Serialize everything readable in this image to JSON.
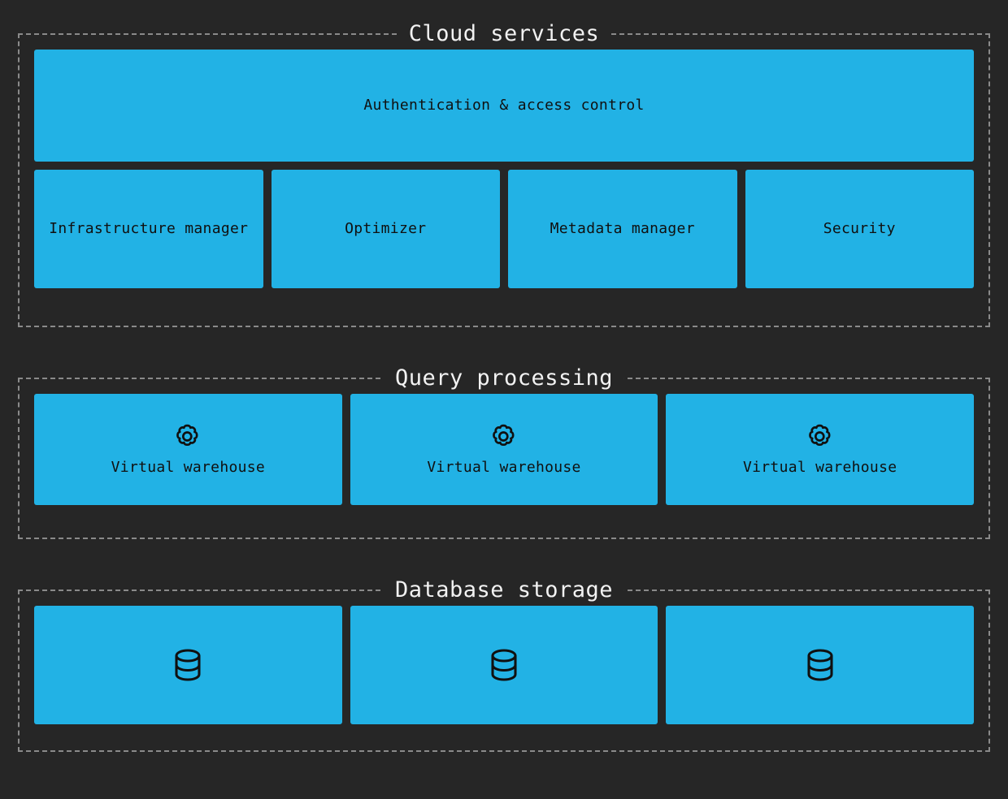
{
  "diagram": {
    "type": "architecture-diagram",
    "background_color": "#262626",
    "node_color": "#22b2e5",
    "border_color": "#8a8a8a",
    "title_text_color": "#f2f2f2",
    "node_text_color": "#101010"
  },
  "sections": [
    {
      "id": "cloud-services",
      "title": "Cloud services",
      "rows": [
        {
          "id": "auth-row",
          "nodes": [
            {
              "id": "authentication-access-control",
              "label": "Authentication & access control",
              "icon": ""
            }
          ]
        },
        {
          "id": "services-row",
          "nodes": [
            {
              "id": "infrastructure-manager",
              "label": "Infrastructure manager",
              "icon": ""
            },
            {
              "id": "optimizer",
              "label": "Optimizer",
              "icon": ""
            },
            {
              "id": "metadata-manager",
              "label": "Metadata manager",
              "icon": ""
            },
            {
              "id": "security",
              "label": "Security",
              "icon": ""
            }
          ]
        }
      ]
    },
    {
      "id": "query-processing",
      "title": "Query processing",
      "rows": [
        {
          "id": "warehouses-row",
          "nodes": [
            {
              "id": "virtual-warehouse-1",
              "label": "Virtual warehouse",
              "icon": "gear-icon"
            },
            {
              "id": "virtual-warehouse-2",
              "label": "Virtual warehouse",
              "icon": "gear-icon"
            },
            {
              "id": "virtual-warehouse-3",
              "label": "Virtual warehouse",
              "icon": "gear-icon"
            }
          ]
        }
      ]
    },
    {
      "id": "database-storage",
      "title": "Database storage",
      "rows": [
        {
          "id": "storage-row",
          "nodes": [
            {
              "id": "database-1",
              "label": "",
              "icon": "database-icon"
            },
            {
              "id": "database-2",
              "label": "",
              "icon": "database-icon"
            },
            {
              "id": "database-3",
              "label": "",
              "icon": "database-icon"
            }
          ]
        }
      ]
    }
  ]
}
